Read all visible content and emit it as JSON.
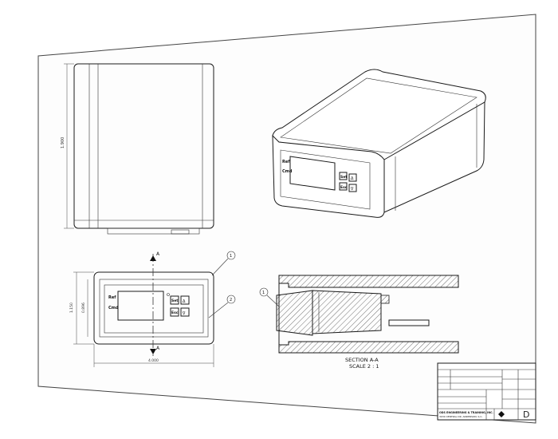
{
  "sheet": {
    "dimensions": {
      "height_side": "1.900",
      "height_front": "1.150",
      "height_front_inner": "0.896",
      "width_front": "4.000"
    },
    "section_marker": "A",
    "display_labels": {
      "ref": "Ref",
      "cmd": "Cmd"
    },
    "button_labels": {
      "set": "Set",
      "up": "Δ",
      "down": "∇",
      "esc": "Esc"
    },
    "callouts": [
      "1",
      "2",
      "1"
    ],
    "section_title": "SECTION A-A",
    "section_scale": "SCALE 2 : 1",
    "title_block": {
      "company_line1": "ODS ENGINEERING & TRAINING, INC.",
      "company_line2": "3030 CENTRAL DR. ANDERSON, S.C.",
      "sheet_letter": "D"
    }
  }
}
